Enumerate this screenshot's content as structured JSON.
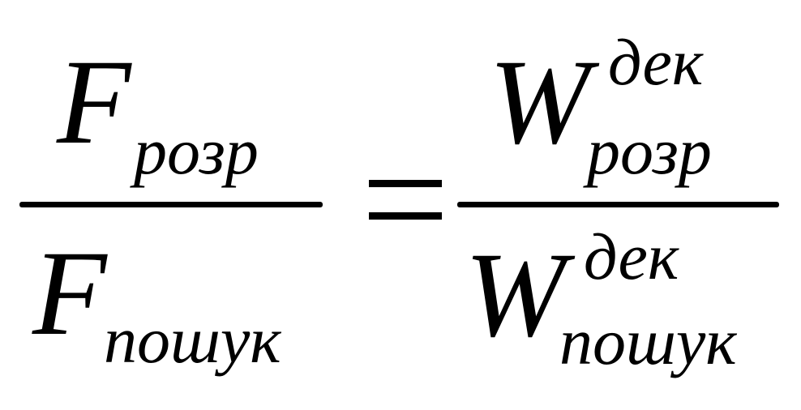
{
  "formula": {
    "left_numerator": {
      "symbol": "F",
      "subscript": "розр"
    },
    "left_denominator": {
      "symbol": "F",
      "subscript": "пошук"
    },
    "equals": "=",
    "right_numerator": {
      "symbol": "W",
      "superscript": "дек",
      "subscript": "розр"
    },
    "right_denominator": {
      "symbol": "W",
      "superscript": "дек",
      "subscript": "пошук"
    }
  }
}
